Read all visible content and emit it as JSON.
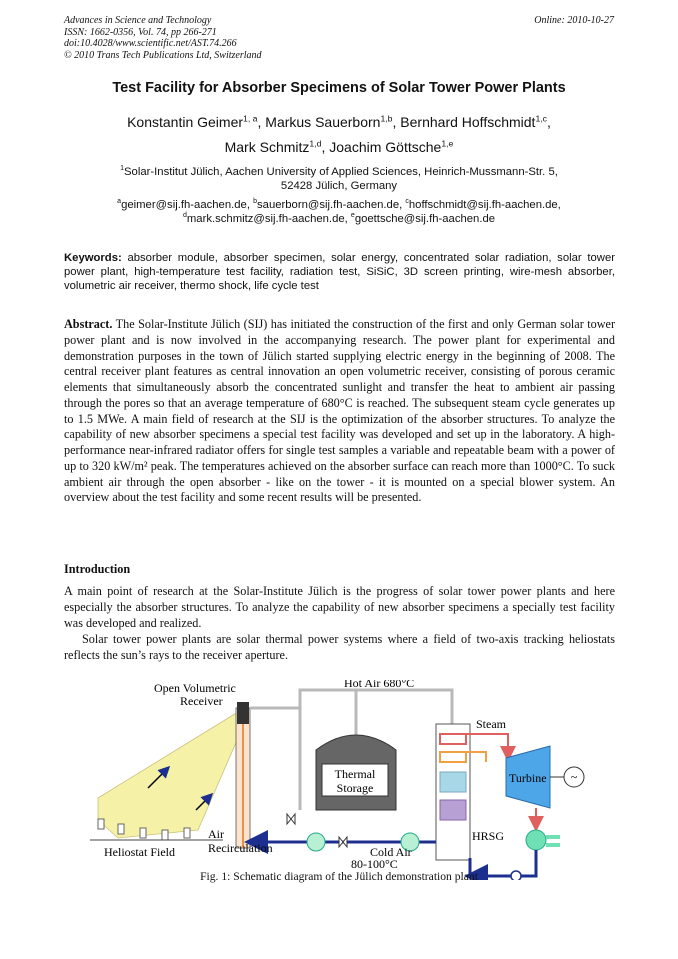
{
  "header": {
    "journal": "Advances in Science and Technology",
    "issn": "ISSN: 1662-0356, Vol. 74, pp 266-271",
    "doi": "doi:10.4028/www.scientific.net/AST.74.266",
    "copyright": "© 2010 Trans Tech Publications Ltd, Switzerland",
    "online": "Online: 2010-10-27"
  },
  "title": "Test Facility for Absorber Specimens of Solar Tower Power Plants",
  "authors": [
    {
      "name": "Konstantin Geimer",
      "sup": "1, a",
      "sep": ", "
    },
    {
      "name": "Markus Sauerborn",
      "sup": "1,b",
      "sep": ", "
    },
    {
      "name": "Bernhard Hoffschmidt",
      "sup": "1,c",
      "sep": ","
    },
    {
      "name": "Mark Schmitz",
      "sup": "1,d",
      "sep": ", "
    },
    {
      "name": "Joachim Göttsche",
      "sup": "1,e",
      "sep": ""
    }
  ],
  "affiliation": {
    "sup": "1",
    "line1": "Solar-Institut Jülich, Aachen University of Applied Sciences, Heinrich-Mussmann-Str. 5,",
    "line2": "52428 Jülich, Germany"
  },
  "emails": {
    "a": "geimer@sij.fh-aachen.de, ",
    "b": "sauerborn@sij.fh-aachen.de, ",
    "c": "hoffschmidt@sij.fh-aachen.de,",
    "d": "mark.schmitz@sij.fh-aachen.de, ",
    "e": "goettsche@sij.fh-aachen.de"
  },
  "keywords": {
    "label": "Keywords:",
    "text": " absorber module, absorber specimen, solar energy, concentrated solar radiation, solar tower power plant, high-temperature test facility, radiation test, SiSiC, 3D screen printing, wire-mesh absorber, volumetric air receiver, thermo shock, life cycle test"
  },
  "abstract": {
    "label": "Abstract.",
    "text": " The Solar-Institute Jülich (SIJ) has initiated the construction of the first and only German solar tower power plant and is now involved in the accompanying research. The power plant for experimental and demonstration purposes in the town of Jülich started supplying electric energy in the beginning of 2008. The central receiver plant features as central innovation an open volumetric receiver, consisting of porous ceramic elements that simultaneously absorb the concentrated sunlight and transfer the heat to ambient air passing through the pores so that an average temperature of 680°C is reached. The subsequent steam cycle generates up to 1.5 MWe. A main field of research at the SIJ is the optimization of the absorber structures. To analyze the capability of new absorber specimens a special test facility was developed and set up in the laboratory. A high-performance near-infrared radiator offers for single test samples a variable and repeatable beam with a power of up to 320 kW/m² peak. The temperatures achieved on the absorber surface can reach more than 1000°C. To suck ambient air through the open absorber - like on the tower - it is mounted on a special blower system. An overview about the test facility and some recent results will be presented."
  },
  "introduction": {
    "heading": "Introduction",
    "p1": "A main point of research at the Solar-Institute Jülich is the progress of solar tower power plants and here especially the absorber structures. To analyze the capability of new absorber specimens a specially test facility was developed and realized.",
    "p2": "Solar tower power plants are solar thermal power systems where a field of two-axis tracking heliostats reflects the sun’s rays to the receiver aperture."
  },
  "figure": {
    "receiver_line1": "Open  Volumetric",
    "receiver_line2": "Receiver",
    "hot_air": "Hot  Air  680°C",
    "steam": "Steam",
    "thermal": "Thermal",
    "storage": "Storage",
    "turbine": "Turbine",
    "hrsg": "HRSG",
    "air": "Air",
    "recirculation": "Recirculation",
    "heliostat_field": "Heliostat  Field",
    "cold_air": "Cold  Air",
    "cold_temp": "80-100°C",
    "caption": "Fig. 1: Schematic diagram of the Jülich demonstration plant"
  }
}
